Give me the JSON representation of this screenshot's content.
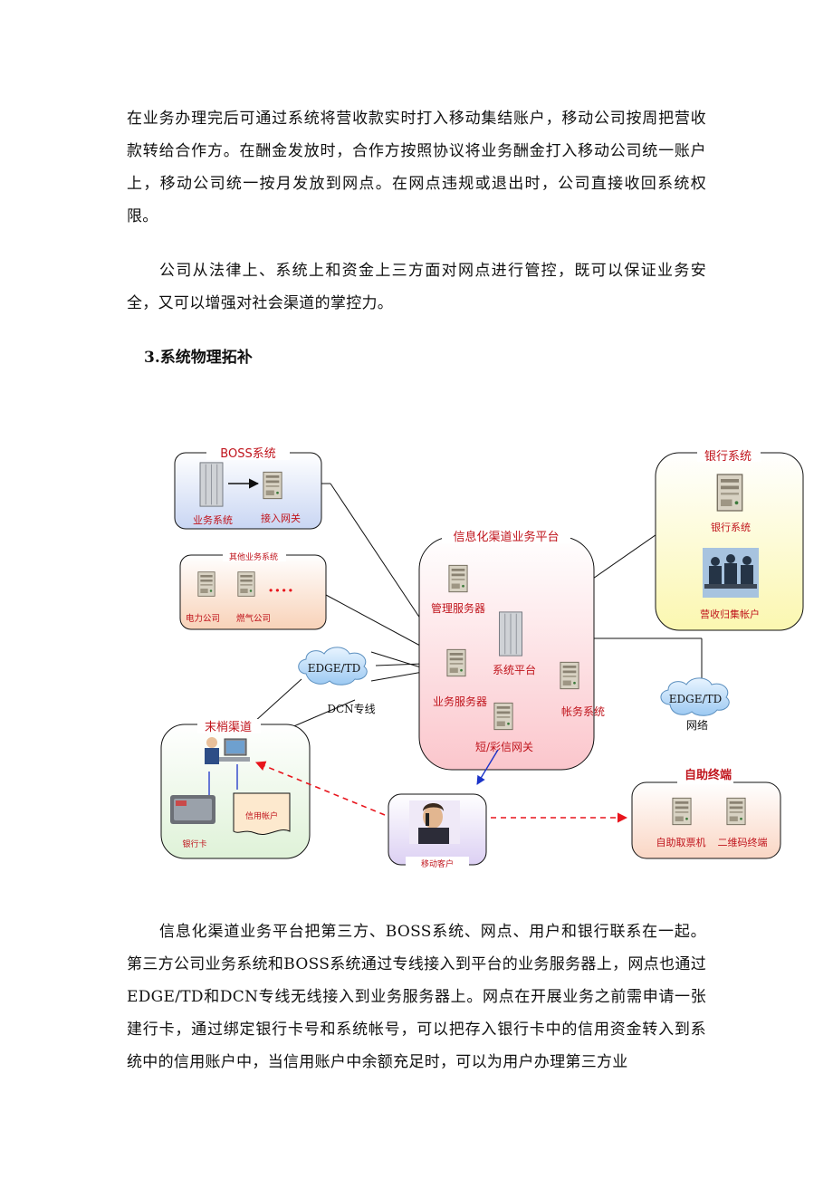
{
  "paragraphs": {
    "p1": "在业务办理完后可通过系统将营收款实时打入移动集结账户，移动公司按周把营收款转给合作方。在酬金发放时，合作方按照协议将业务酬金打入移动公司统一账户上，移动公司统一按月发放到网点。在网点违规或退出时，公司直接收回系统权限。",
    "p2": "公司从法律上、系统上和资金上三方面对网点进行管控，既可以保证业务安全，又可以增强对社会渠道的掌控力。",
    "p3": "信息化渠道业务平台把第三方、BOSS系统、网点、用户和银行联系在一起。第三方公司业务系统和BOSS系统通过专线接入到平台的业务服务器上，网点也通过EDGE/TD和DCN专线无线接入到业务服务器上。网点在开展业务之前需申请一张建行卡，通过绑定银行卡号和系统帐号，可以把存入银行卡中的信用资金转入到系统中的信用账户中，当信用账户中余额充足时，可以为用户办理第三方业"
  },
  "heading": "3.系统物理拓补",
  "diagram": {
    "boss": {
      "title": "BOSS系统",
      "business_system": "业务系统",
      "access_gateway": "接入网关"
    },
    "other": {
      "title": "其他业务系统",
      "power": "电力公司",
      "gas": "燃气公司",
      "dots": "····"
    },
    "platform": {
      "title": "信息化渠道业务平台",
      "mgmt_server": "管理服务器",
      "system_platform": "系统平台",
      "biz_server": "业务服务器",
      "account_system": "帐务系统",
      "sms_gateway": "短/彩信网关"
    },
    "bank": {
      "title": "银行系统",
      "bank_system": "银行系统",
      "revenue_account": "营收归集帐户"
    },
    "edge_left": "EDGE/TD",
    "dcn": "DCN专线",
    "edge_right": "EDGE/TD",
    "network": "网络",
    "endpoint": {
      "title": "末梢渠道",
      "bank_card": "银行卡",
      "credit_account": "信用帐户"
    },
    "mobile_customer": "移动客户",
    "self_service": {
      "title": "自助终端",
      "ticket_machine": "自助取票机",
      "qr_terminal": "二维码终端"
    },
    "colors": {
      "red_label": "#c0141c",
      "boss_fill": "#dbe4f7",
      "other_fill": "#fbe3d2",
      "platform_fill": "#fde0e3",
      "bank_fill": "#fdfbd0",
      "mobile_fill": "#e9e2f7",
      "arrow_red": "#e8141c",
      "arrow_blue": "#1b33c8"
    }
  }
}
